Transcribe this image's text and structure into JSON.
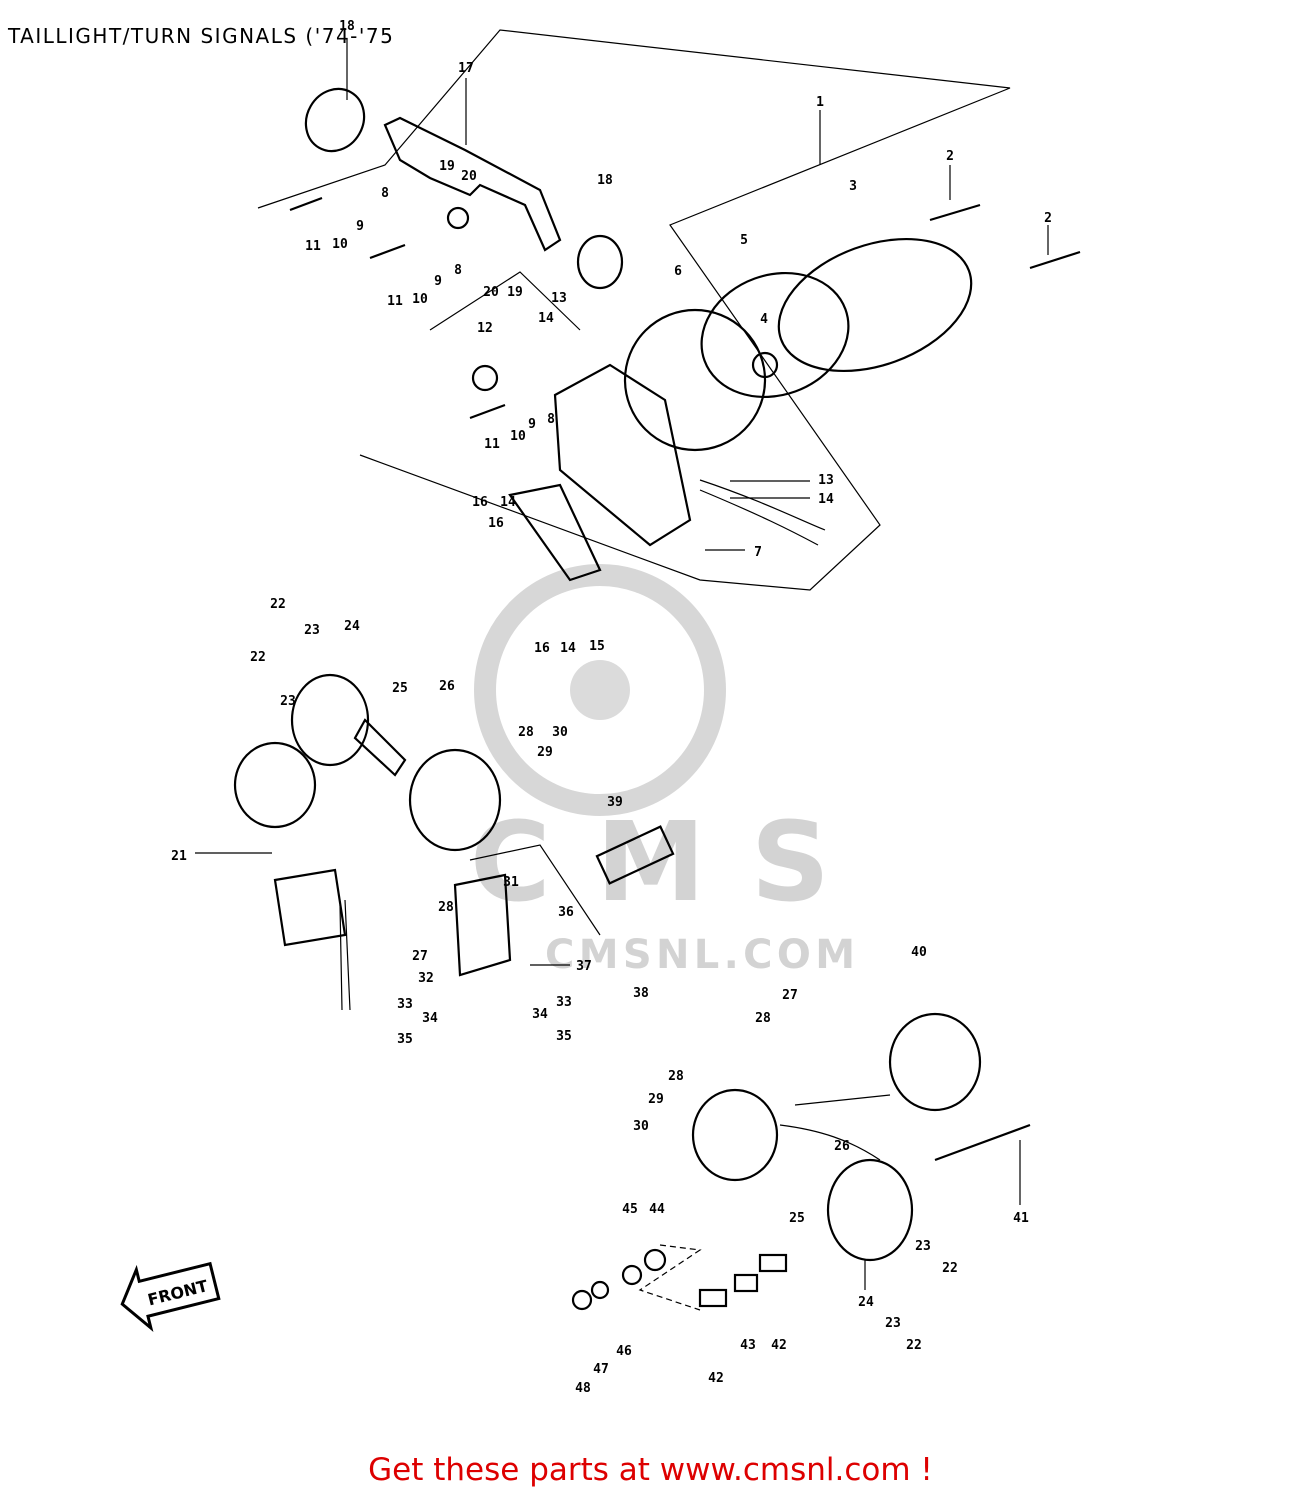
{
  "title": "TAILLIGHT/TURN SIGNALS ('74-'75",
  "watermark": {
    "logo_text": "CMS",
    "site_text": "CMSNL.COM",
    "color": "#c8c8c8"
  },
  "front_arrow_label": "FRONT",
  "footer": {
    "text": "Get these parts at www.cmsnl.com !",
    "color": "#dd0000"
  },
  "callouts": [
    "18",
    "17",
    "1",
    "2",
    "3",
    "2",
    "19",
    "20",
    "11",
    "10",
    "9",
    "8",
    "18",
    "5",
    "6",
    "11",
    "10",
    "9",
    "8",
    "20",
    "19",
    "13",
    "14",
    "12",
    "4",
    "11",
    "10",
    "9",
    "8",
    "13",
    "14",
    "16",
    "14",
    "16",
    "7",
    "16",
    "14",
    "15",
    "22",
    "23",
    "24",
    "22",
    "25",
    "26",
    "23",
    "28",
    "29",
    "30",
    "39",
    "21",
    "31",
    "28",
    "36",
    "27",
    "32",
    "37",
    "38",
    "33",
    "34",
    "35",
    "33",
    "34",
    "35",
    "40",
    "27",
    "28",
    "28",
    "29",
    "30",
    "26",
    "41",
    "25",
    "45",
    "44",
    "23",
    "22",
    "24",
    "23",
    "22",
    "46",
    "47",
    "48",
    "43",
    "42",
    "42"
  ]
}
